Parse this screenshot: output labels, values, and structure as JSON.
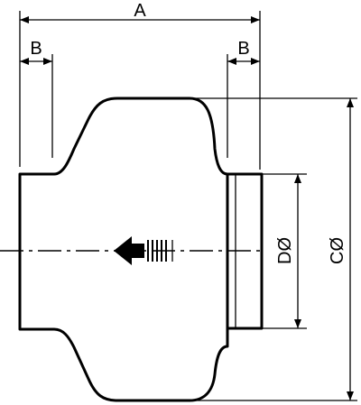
{
  "dimensions": {
    "overall_length": "A",
    "collar_length": "B",
    "body_diameter": "CØ",
    "collar_diameter": "DØ"
  },
  "flow_direction": "right-to-left"
}
